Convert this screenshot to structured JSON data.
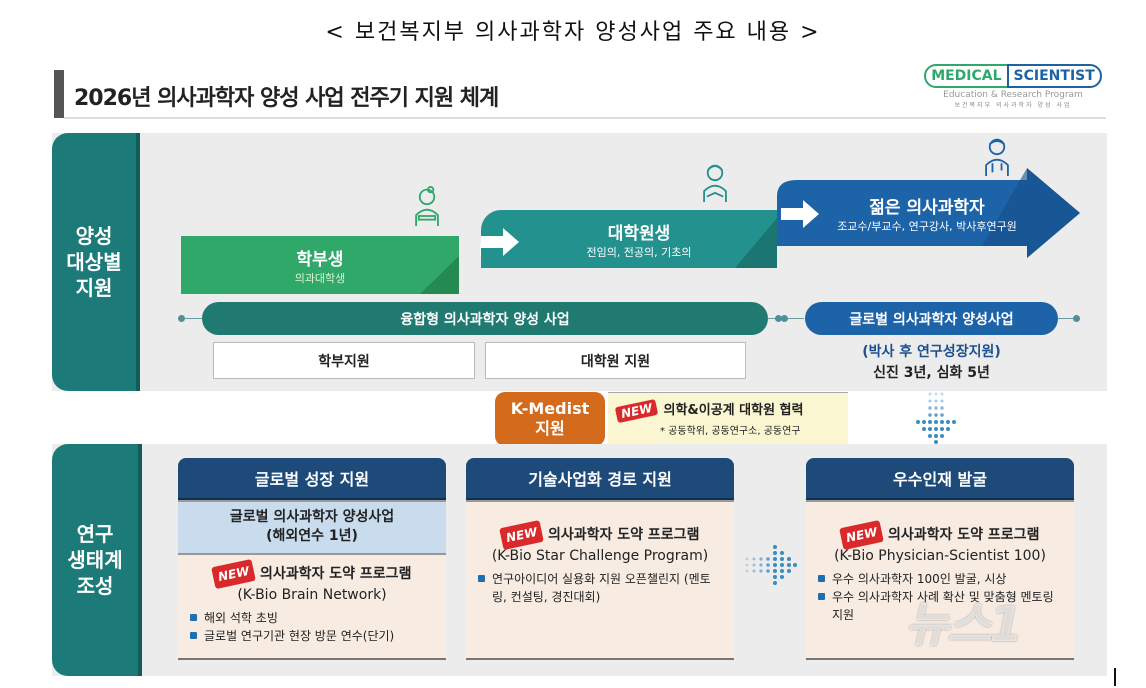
{
  "caption": "< 보건복지부  의사과학자  양성사업  주요  내용 >",
  "header": {
    "title": "2026년 의사과학자 양성 사업 전주기 지원 체계",
    "logo": {
      "left": "MEDICAL",
      "right": "SCIENTIST",
      "sub": "Education & Research Program",
      "sub2": "보건복지부 의사과학자 양성 사업"
    }
  },
  "section1": {
    "label": "양성\n대상별\n지원",
    "stages": [
      {
        "title": "학부생",
        "sub": "의과대학생",
        "color": "#2fa86a"
      },
      {
        "title": "대학원생",
        "sub": "전임의, 전공의, 기초의",
        "color": "#23918d"
      },
      {
        "title": "젊은 의사과학자",
        "sub": "조교수/부교수, 연구강사, 박사후연구원",
        "color": "#1d63a8"
      }
    ],
    "program_convergence": "융합형 의사과학자 양성 사업",
    "program_global": "글로벌 의사과학자 양성사업",
    "support_boxes": [
      "학부지원",
      "대학원 지원"
    ],
    "global_note": "(박사 후 연구성장지원)",
    "global_years": "신진 3년, 심화 5년"
  },
  "kmedist": {
    "label_line1": "K-Medist",
    "label_line2": "지원",
    "badge": "NEW",
    "title": "의학&이공계 대학원 협력",
    "note": "* 공동학위, 공동연구소, 공동연구"
  },
  "section2": {
    "label": "연구\n생태계\n조성",
    "cards": [
      {
        "head": "글로벌 성장 지원",
        "sub_title": "글로벌 의사과학자 양성사업",
        "sub_note": "(해외연수 1년)",
        "badge": "NEW",
        "program": "의사과학자 도약 프로그램",
        "program_en": "(K-Bio Brain Network)",
        "bullets": [
          "해외 석학 초빙",
          "글로벌 연구기관 현장 방문 연수(단기)"
        ]
      },
      {
        "head": "기술사업화 경로 지원",
        "badge": "NEW",
        "program": "의사과학자 도약 프로그램",
        "program_en": "(K-Bio Star Challenge Program)",
        "bullets": [
          "연구아이디어 실용화 지원 오픈챌린지 (멘토링, 컨설팅, 경진대회)"
        ]
      },
      {
        "head": "우수인재 발굴",
        "badge": "NEW",
        "program": "의사과학자 도약 프로그램",
        "program_en": "(K-Bio Physician-Scientist 100)",
        "bullets": [
          "우수 의사과학자 100인 발굴, 시상",
          "우수 의사과학자 사례 확산 및 맞춤형 멘토링 지원"
        ]
      }
    ]
  },
  "watermark": "뉴스1",
  "colors": {
    "teal_side": "#1c7a78",
    "green_stage": "#2fa86a",
    "teal_stage": "#23918d",
    "blue_stage": "#1d63a8",
    "card_head": "#1d4a78",
    "orange": "#d46a1c",
    "panel_bg": "#ececec"
  }
}
